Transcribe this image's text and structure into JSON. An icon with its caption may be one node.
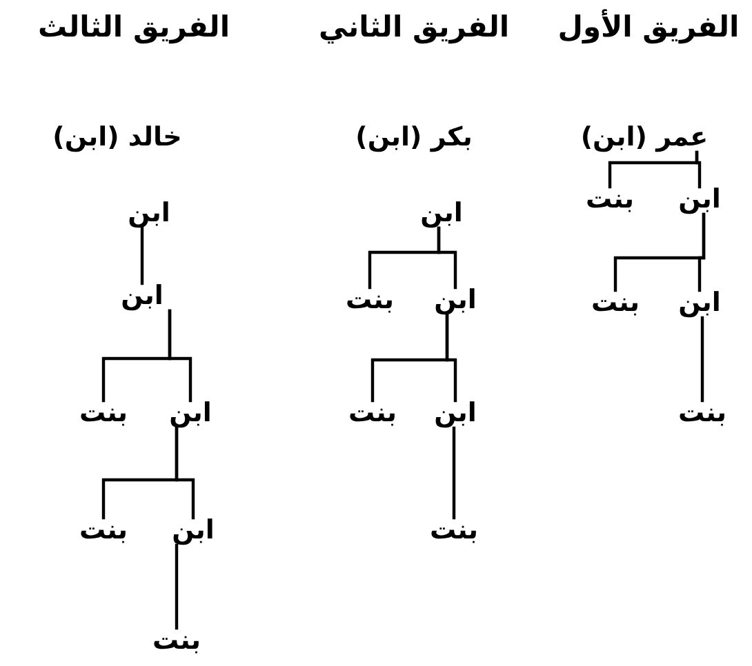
{
  "diagram": {
    "nodes": [
      {
        "text": [
          "عمر (ابن)"
        ]
      },
      {
        "text": [
          "ابن"
        ]
      },
      {
        "text": [
          "بنت"
        ]
      },
      {
        "text": [
          "ابن"
        ]
      },
      {
        "text": [
          "بنت"
        ]
      },
      {
        "text": [
          "بنت"
        ]
      },
      {
        "text": [
          "ابن"
        ]
      },
      {
        "text": [
          "ابن"
        ]
      },
      {
        "text": [
          "بنت"
        ]
      },
      {
        "text": [
          "ابن"
        ]
      },
      {
        "text": [
          "بنت"
        ]
      },
      {
        "text": [
          "بنت"
        ]
      },
      {
        "text": [
          "ابن"
        ]
      },
      {
        "text": [
          "ابن"
        ]
      },
      {
        "text": [
          "ابن"
        ]
      },
      {
        "text": [
          "بنت"
        ]
      },
      {
        "text": [
          "ابن"
        ]
      },
      {
        "text": [
          "بنت"
        ]
      },
      {
        "text": [
          "بنت"
        ]
      }
    ],
    "edges": [
      {
        "from": 0,
        "to": 1,
        "arrow": "none"
      },
      {
        "from": 0,
        "to": 2,
        "arrow": "none"
      },
      {
        "from": 1,
        "to": 3,
        "arrow": "none"
      },
      {
        "from": 1,
        "to": 4,
        "arrow": "none"
      },
      {
        "from": 3,
        "to": 5,
        "arrow": "none"
      },
      {
        "from": 6,
        "to": 7,
        "arrow": "none"
      },
      {
        "from": 6,
        "to": 8,
        "arrow": "none"
      },
      {
        "from": 7,
        "to": 9,
        "arrow": "none"
      },
      {
        "from": 7,
        "to": 10,
        "arrow": "none"
      },
      {
        "from": 9,
        "to": 11,
        "arrow": "none"
      },
      {
        "from": 12,
        "to": 13,
        "arrow": "none"
      },
      {
        "from": 13,
        "to": 14,
        "arrow": "none"
      },
      {
        "from": 13,
        "to": 15,
        "arrow": "none"
      },
      {
        "from": 14,
        "to": 16,
        "arrow": "none"
      },
      {
        "from": 14,
        "to": 17,
        "arrow": "none"
      },
      {
        "from": 16,
        "to": 18,
        "arrow": "none"
      }
    ],
    "labels": [
      "الفريق الأول",
      "الفريق الثاني",
      "الفريق الثالث",
      "بكر (ابن)",
      "خالد (ابن)"
    ]
  }
}
